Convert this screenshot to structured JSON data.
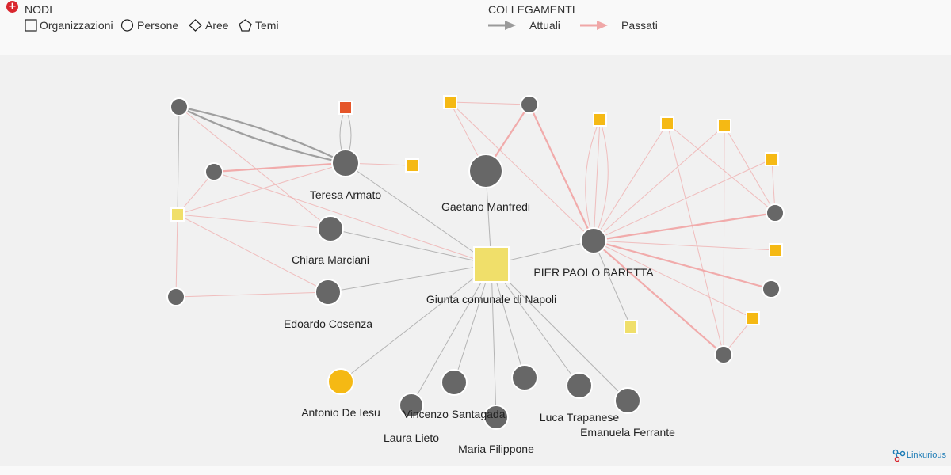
{
  "legend": {
    "nodes_title": "NODI",
    "links_title": "COLLEGAMENTI",
    "node_types": [
      "Organizzazioni",
      "Persone",
      "Aree",
      "Temi"
    ],
    "link_types": [
      "Attuali",
      "Passati"
    ]
  },
  "colors": {
    "current": "#9a9a9a",
    "past": "#f0a7a7",
    "person": "#676767",
    "org_light": "#f0df6a",
    "org_yellow": "#f5b914",
    "org_red": "#e5562a",
    "brand": "#1a7ab5"
  },
  "brand": {
    "name": "Linkurious"
  },
  "nodes": [
    {
      "id": "teresa",
      "label": "Teresa Armato",
      "type": "person",
      "color": "person"
    },
    {
      "id": "gaetano",
      "label": "Gaetano Manfredi",
      "type": "person",
      "color": "person"
    },
    {
      "id": "chiara",
      "label": "Chiara Marciani",
      "type": "person",
      "color": "person"
    },
    {
      "id": "edoardo",
      "label": "Edoardo Cosenza",
      "type": "person",
      "color": "person"
    },
    {
      "id": "baretta",
      "label": "PIER PAOLO BARETTA",
      "type": "person",
      "color": "person"
    },
    {
      "id": "giunta",
      "label": "Giunta comunale di Napoli",
      "type": "org",
      "color": "org_light"
    },
    {
      "id": "antonio",
      "label": "Antonio De Iesu",
      "type": "person",
      "color": "org_yellow"
    },
    {
      "id": "laura",
      "label": "Laura Lieto",
      "type": "person",
      "color": "person"
    },
    {
      "id": "vincenzo",
      "label": "Vincenzo Santagada",
      "type": "person",
      "color": "person"
    },
    {
      "id": "maria",
      "label": "Maria Filippone",
      "type": "person",
      "color": "person"
    },
    {
      "id": "luca",
      "label": "Luca Trapanese",
      "type": "person",
      "color": "person"
    },
    {
      "id": "emanuela",
      "label": "Emanuela Ferrante",
      "type": "person",
      "color": "person"
    },
    {
      "id": "p1",
      "label": "",
      "type": "person",
      "color": "person"
    },
    {
      "id": "p2",
      "label": "",
      "type": "person",
      "color": "person"
    },
    {
      "id": "p3",
      "label": "",
      "type": "person",
      "color": "person"
    },
    {
      "id": "p4",
      "label": "",
      "type": "person",
      "color": "person"
    },
    {
      "id": "p5",
      "label": "",
      "type": "person",
      "color": "person"
    },
    {
      "id": "p6",
      "label": "",
      "type": "person",
      "color": "person"
    },
    {
      "id": "p7",
      "label": "",
      "type": "person",
      "color": "person"
    },
    {
      "id": "p8",
      "label": "",
      "type": "person",
      "color": "person"
    },
    {
      "id": "p9",
      "label": "",
      "type": "person",
      "color": "person"
    },
    {
      "id": "s1",
      "label": "",
      "type": "org",
      "color": "org_red"
    },
    {
      "id": "s2",
      "label": "",
      "type": "org",
      "color": "org_yellow"
    },
    {
      "id": "s3",
      "label": "",
      "type": "org",
      "color": "org_light"
    },
    {
      "id": "s4",
      "label": "",
      "type": "org",
      "color": "org_yellow"
    },
    {
      "id": "s5",
      "label": "",
      "type": "org",
      "color": "org_yellow"
    },
    {
      "id": "s6",
      "label": "",
      "type": "org",
      "color": "org_yellow"
    },
    {
      "id": "s7",
      "label": "",
      "type": "org",
      "color": "org_yellow"
    },
    {
      "id": "s8",
      "label": "",
      "type": "org",
      "color": "org_yellow"
    },
    {
      "id": "s9",
      "label": "",
      "type": "org",
      "color": "org_yellow"
    },
    {
      "id": "s10",
      "label": "",
      "type": "org",
      "color": "org_light"
    },
    {
      "id": "s11",
      "label": "",
      "type": "org",
      "color": "org_yellow"
    }
  ],
  "edges": [
    {
      "from": "p1",
      "to": "teresa",
      "kind": "current"
    },
    {
      "from": "p1",
      "to": "teresa",
      "kind": "current"
    },
    {
      "from": "p1",
      "to": "s3",
      "kind": "current"
    },
    {
      "from": "p1",
      "to": "chiara",
      "kind": "past"
    },
    {
      "from": "s1",
      "to": "teresa",
      "kind": "current"
    },
    {
      "from": "s1",
      "to": "teresa",
      "kind": "current"
    },
    {
      "from": "teresa",
      "to": "s2",
      "kind": "past"
    },
    {
      "from": "teresa",
      "to": "p2",
      "kind": "past"
    },
    {
      "from": "teresa",
      "to": "s3",
      "kind": "past"
    },
    {
      "from": "teresa",
      "to": "giunta",
      "kind": "current"
    },
    {
      "from": "p2",
      "to": "s3",
      "kind": "past"
    },
    {
      "from": "p2",
      "to": "giunta",
      "kind": "past"
    },
    {
      "from": "s3",
      "to": "chiara",
      "kind": "past"
    },
    {
      "from": "s3",
      "to": "edoardo",
      "kind": "past"
    },
    {
      "from": "s3",
      "to": "p3",
      "kind": "past"
    },
    {
      "from": "p3",
      "to": "edoardo",
      "kind": "past"
    },
    {
      "from": "chiara",
      "to": "giunta",
      "kind": "current"
    },
    {
      "from": "edoardo",
      "to": "giunta",
      "kind": "current"
    },
    {
      "from": "s4",
      "to": "p4",
      "kind": "past"
    },
    {
      "from": "s4",
      "to": "gaetano",
      "kind": "past"
    },
    {
      "from": "s4",
      "to": "baretta",
      "kind": "past"
    },
    {
      "from": "p4",
      "to": "gaetano",
      "kind": "past"
    },
    {
      "from": "p4",
      "to": "baretta",
      "kind": "past"
    },
    {
      "from": "gaetano",
      "to": "giunta",
      "kind": "current"
    },
    {
      "from": "giunta",
      "to": "baretta",
      "kind": "current"
    },
    {
      "from": "giunta",
      "to": "antonio",
      "kind": "current"
    },
    {
      "from": "giunta",
      "to": "laura",
      "kind": "current"
    },
    {
      "from": "giunta",
      "to": "vincenzo",
      "kind": "current"
    },
    {
      "from": "giunta",
      "to": "maria",
      "kind": "current"
    },
    {
      "from": "giunta",
      "to": "p9",
      "kind": "current"
    },
    {
      "from": "giunta",
      "to": "luca",
      "kind": "current"
    },
    {
      "from": "giunta",
      "to": "emanuela",
      "kind": "current"
    },
    {
      "from": "baretta",
      "to": "s5",
      "kind": "past"
    },
    {
      "from": "baretta",
      "to": "s5",
      "kind": "past"
    },
    {
      "from": "baretta",
      "to": "s5",
      "kind": "past"
    },
    {
      "from": "baretta",
      "to": "s6",
      "kind": "past"
    },
    {
      "from": "baretta",
      "to": "s7",
      "kind": "past"
    },
    {
      "from": "baretta",
      "to": "s8",
      "kind": "past"
    },
    {
      "from": "baretta",
      "to": "p5",
      "kind": "past"
    },
    {
      "from": "baretta",
      "to": "s9",
      "kind": "past"
    },
    {
      "from": "baretta",
      "to": "p6",
      "kind": "past"
    },
    {
      "from": "baretta",
      "to": "s11",
      "kind": "past"
    },
    {
      "from": "baretta",
      "to": "p7",
      "kind": "past"
    },
    {
      "from": "baretta",
      "to": "s10",
      "kind": "current"
    },
    {
      "from": "s6",
      "to": "p5",
      "kind": "past"
    },
    {
      "from": "s6",
      "to": "p7",
      "kind": "past"
    },
    {
      "from": "s7",
      "to": "p5",
      "kind": "past"
    },
    {
      "from": "s7",
      "to": "p7",
      "kind": "past"
    },
    {
      "from": "s8",
      "to": "p5",
      "kind": "past"
    },
    {
      "from": "s11",
      "to": "p7",
      "kind": "past"
    }
  ]
}
